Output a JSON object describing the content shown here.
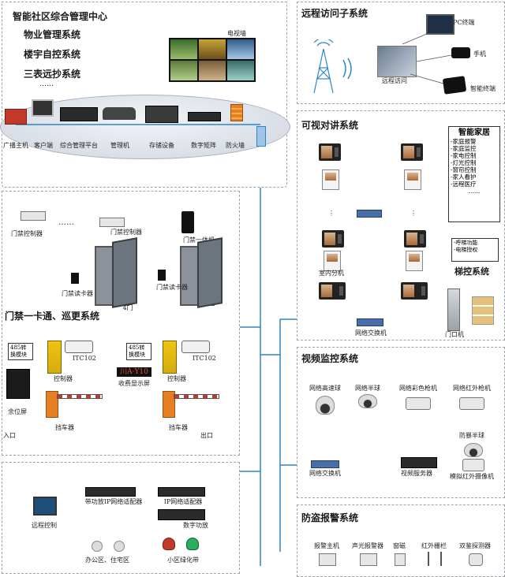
{
  "center": {
    "title": "智能社区综合管理中心",
    "subsystems": [
      "物业管理系统",
      "楼宇自控系统",
      "三表远抄系统",
      "……"
    ],
    "tv_wall_label": "电视墙",
    "devices": [
      "广播主机",
      "客户端",
      "综合管理平台",
      "管理机",
      "存储设备",
      "数字矩阵",
      "防火墙"
    ]
  },
  "remote": {
    "title": "远程访问子系统",
    "pc_label": "PC终端",
    "phone_label": "手机",
    "smart_label": "智能终端",
    "access_label": "远程访问"
  },
  "intercom": {
    "title": "可视对讲系统",
    "indoor_label": "室内分机",
    "switch_label": "网络交换机",
    "door_label": "门口机",
    "smart_home": {
      "title": "智能家居",
      "items": [
        "-家庭报警",
        "-家庭监控",
        "-家电控制",
        "-灯光控制",
        "-窗帘控制",
        "-家人看护",
        "-远程医疗",
        "……"
      ]
    },
    "elevator": {
      "items": [
        "-呼梯功能",
        "-电梯授权"
      ],
      "title": "梯控系统"
    }
  },
  "access": {
    "title": "门禁一卡通、巡更系统",
    "controller1": "门禁控制器",
    "dots": "……",
    "controller2": "门禁控制器",
    "all_in_one": "门禁一体机",
    "reader1": "门禁读卡器",
    "door_label": "4门",
    "reader2": "门禁读卡器",
    "conv1": "485转换模块",
    "itc1": "ITC102",
    "ctrl_a": "控制器",
    "conv2": "485转换模块",
    "display_text": "川A·Y10",
    "fee_display": "收费显示屏",
    "itc2": "ITC102",
    "ctrl_b": "控制器",
    "spare_screen": "余位屏",
    "barrier1": "挡车器",
    "barrier2": "挡车器",
    "entrance": "入口",
    "exit": "出口"
  },
  "broadcast": {
    "remote_ctrl": "远程控制",
    "adapter1": "带功放IP网络适配器",
    "adapter2": "IP网络适配器",
    "amp": "数字功放",
    "office": "办公区、住宅区",
    "green": "小区绿化带"
  },
  "video": {
    "title": "视频监控系统",
    "cams": [
      "网络高速球",
      "网络半球",
      "网络彩色枪机",
      "网络红外枪机"
    ],
    "switch_label": "网络交换机",
    "server_label": "视频服务器",
    "anti_vandal": "防暴半球",
    "ir_cam": "模拟红外摄像机"
  },
  "alarm": {
    "title": "防盗报警系统",
    "devices": [
      "报警主机",
      "声光报警器",
      "窗磁",
      "红外栅栏",
      "双鉴探测器"
    ]
  },
  "colors": {
    "line": "#2e86c1",
    "dash": "#9aa4ad",
    "ellipse": "#dfe3ea",
    "accent": "#4a6fa5"
  }
}
